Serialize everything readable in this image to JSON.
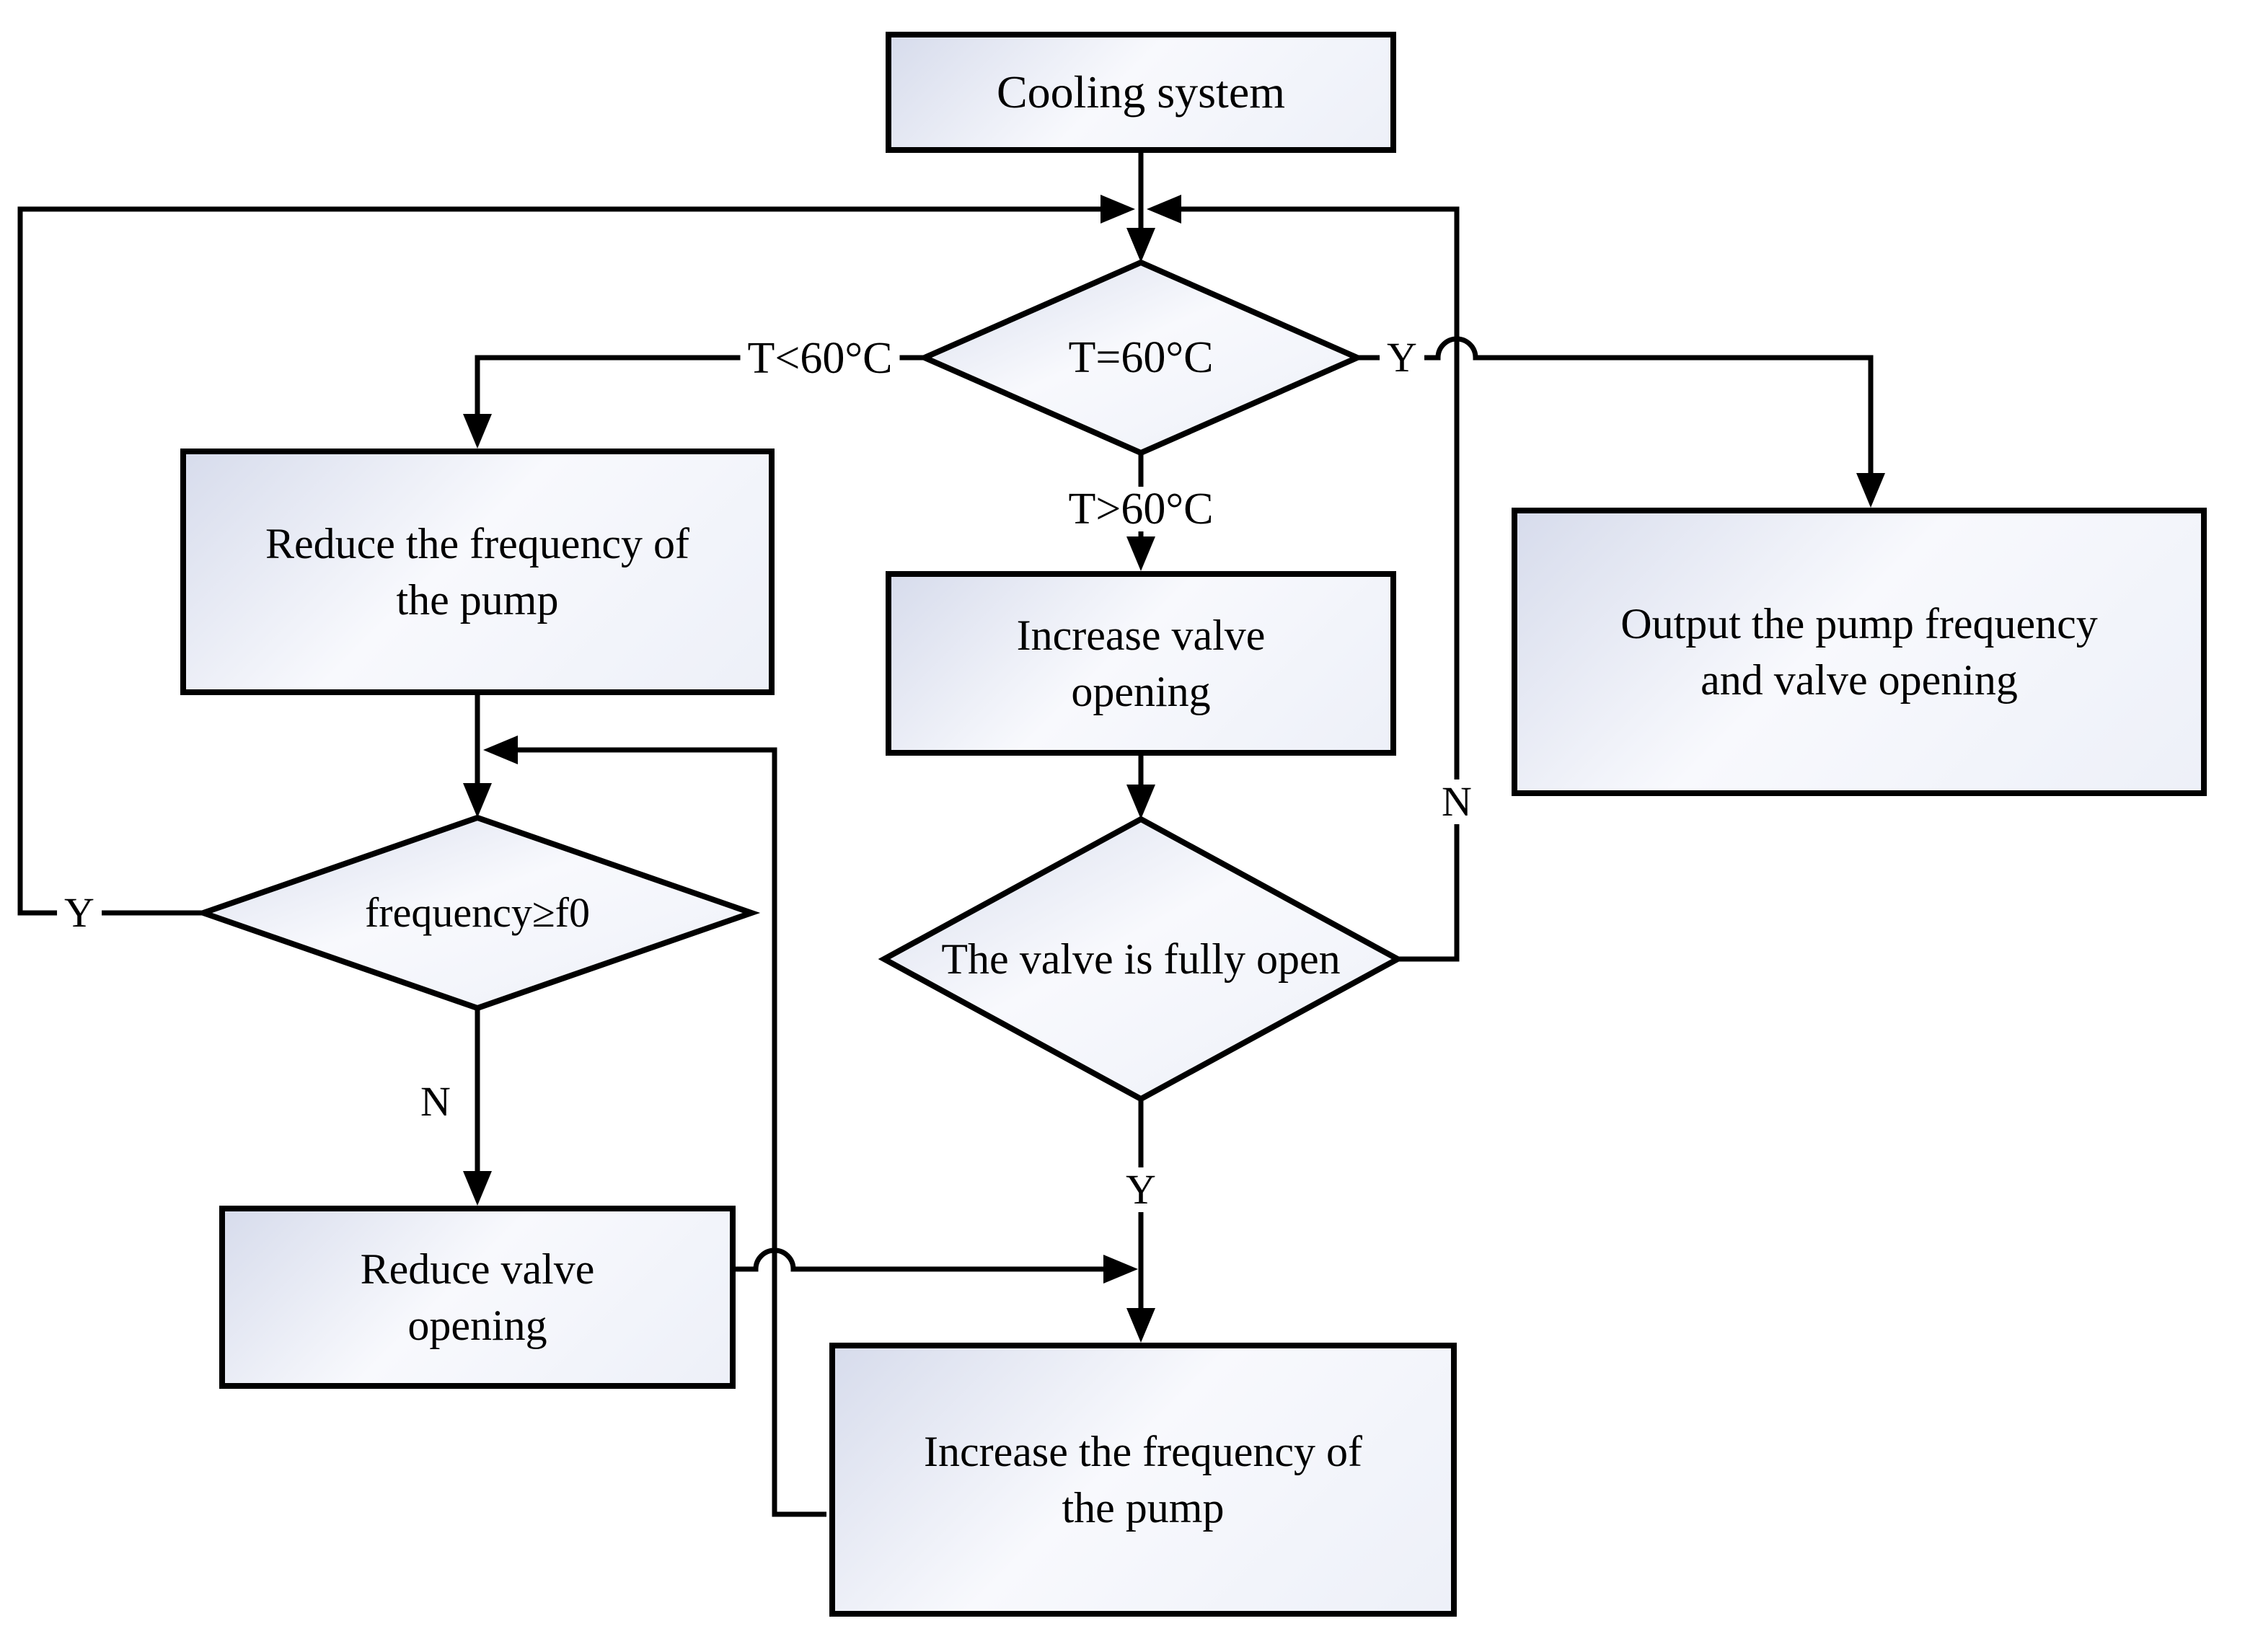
{
  "diagram": {
    "colors": {
      "line": "#000000",
      "node_fill_light": "#d7dcec",
      "node_fill_white": "#f8f9fd",
      "background": "#ffffff"
    },
    "nodes": {
      "cooling": {
        "label": "Cooling system"
      },
      "temp_decision": {
        "label": "T=60°C"
      },
      "reduce_freq": {
        "line1": "Reduce the frequency of",
        "line2": "the pump"
      },
      "increase_valve": {
        "line1": "Increase valve",
        "line2": "opening"
      },
      "output": {
        "line1": "Output the pump frequency",
        "line2": "and valve opening"
      },
      "freq_decision": {
        "label": "frequency≥f0"
      },
      "valve_open_decision": {
        "line1": "The valve is",
        "line2": "fully open"
      },
      "reduce_valve": {
        "line1": "Reduce valve",
        "line2": "opening"
      },
      "increase_pump": {
        "line1": "Increase the frequency of",
        "line2": "the pump"
      }
    },
    "edge_labels": {
      "t_less": "T<60°C",
      "t_greater": "T>60°C",
      "temp_yes": "Y",
      "temp_no": "N",
      "freq_yes": "Y",
      "freq_no": "N",
      "valve_yes": "Y"
    }
  }
}
